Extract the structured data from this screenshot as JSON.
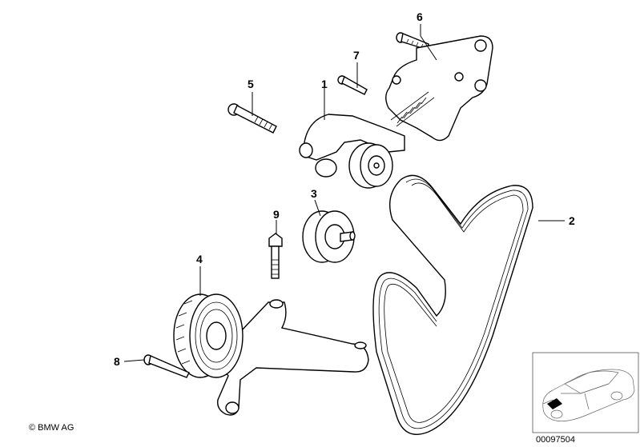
{
  "callouts": [
    {
      "id": "1",
      "label": "1"
    },
    {
      "id": "2",
      "label": "2"
    },
    {
      "id": "3",
      "label": "3"
    },
    {
      "id": "4",
      "label": "4"
    },
    {
      "id": "5",
      "label": "5"
    },
    {
      "id": "6",
      "label": "6"
    },
    {
      "id": "7",
      "label": "7"
    },
    {
      "id": "8",
      "label": "8"
    },
    {
      "id": "9",
      "label": "9"
    }
  ],
  "copyright": "© BMW AG",
  "diagram_number": "00097504"
}
